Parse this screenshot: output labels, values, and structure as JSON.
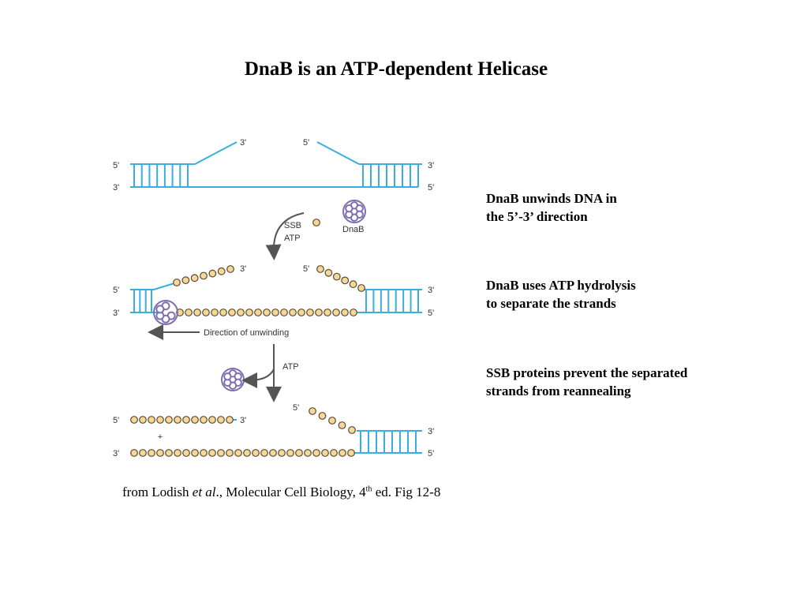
{
  "title": "DnaB is an ATP-dependent Helicase",
  "figure": {
    "strand_labels": {
      "five_prime": "5'",
      "three_prime": "3'"
    },
    "ssb_label": "SSB",
    "atp_label": "ATP",
    "dnab_label": "DnaB",
    "direction_label": "Direction of unwinding",
    "plus_sign": "+",
    "colors": {
      "dna": "#3aaee0",
      "ssb_fill": "#f4d79a",
      "ssb_stroke": "#5b4a2a",
      "dnab": "#7e6fb0",
      "arrow": "#555555"
    }
  },
  "notes": [
    {
      "line1": "DnaB unwinds DNA in",
      "line2": "the 5’-3’ direction"
    },
    {
      "line1": "DnaB uses ATP hydrolysis",
      "line2": "to separate the strands"
    },
    {
      "line1": "SSB proteins prevent the separated",
      "line2": "strands from reannealing"
    }
  ],
  "caption": {
    "prefix": "from Lodish ",
    "italic": "et al",
    "middle": "., Molecular Cell Biology, 4",
    "sup": "th",
    "suffix": " ed. Fig 12-8"
  }
}
